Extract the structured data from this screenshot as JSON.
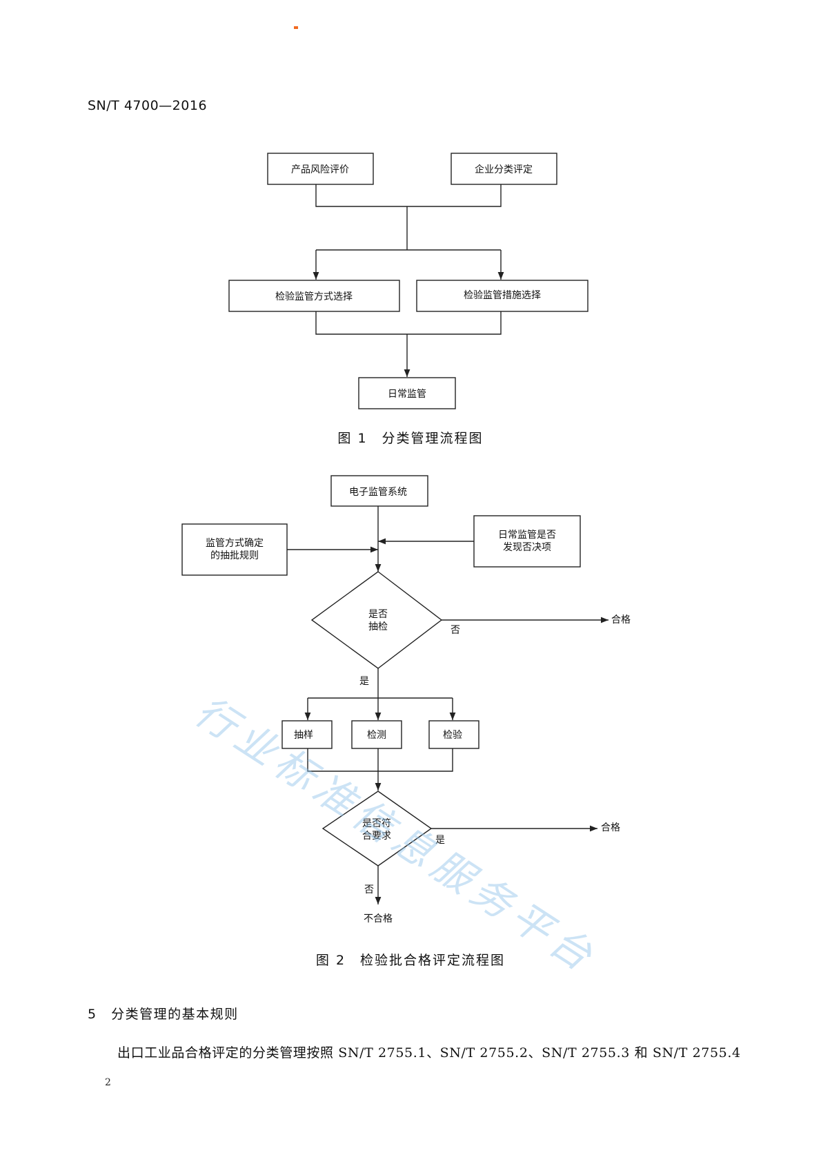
{
  "header": {
    "code": "SN/T 4700—2016"
  },
  "figure1": {
    "box_product_risk": "产品风险评价",
    "box_enterprise_class": "企业分类评定",
    "box_method_select": "检验监管方式选择",
    "box_measure_select": "检验监管措施选择",
    "box_daily": "日常监管",
    "caption": "图 1　分类管理流程图"
  },
  "figure2": {
    "box_esystem": "电子监管系统",
    "box_rule_line1": "监管方式确定",
    "box_rule_line2": "的抽批规则",
    "box_daily_line1": "日常监管是否",
    "box_daily_line2": "发现否决项",
    "diamond1_line1": "是否",
    "diamond1_line2": "抽检",
    "label_no1": "否",
    "label_pass1": "合格",
    "label_yes1": "是",
    "box_sampling": "抽样",
    "box_testing": "检测",
    "box_inspection": "检验",
    "diamond2_line1": "是否符",
    "diamond2_line2": "合要求",
    "label_yes2": "是",
    "label_pass2": "合格",
    "label_no2": "否",
    "label_fail": "不合格",
    "caption": "图 2　检验批合格评定流程图"
  },
  "section": {
    "heading": "5　分类管理的基本规则"
  },
  "body": {
    "paragraph": "出口工业品合格评定的分类管理按照 SN/T 2755.1、SN/T 2755.2、SN/T 2755.3 和 SN/T 2755.4"
  },
  "footer": {
    "page_number": "2"
  },
  "watermark": {
    "text": "行业标准信息服务平台"
  },
  "colors": {
    "accent_mark": "#f26b21",
    "watermark": "#8fc3ea",
    "line": "#222222"
  }
}
